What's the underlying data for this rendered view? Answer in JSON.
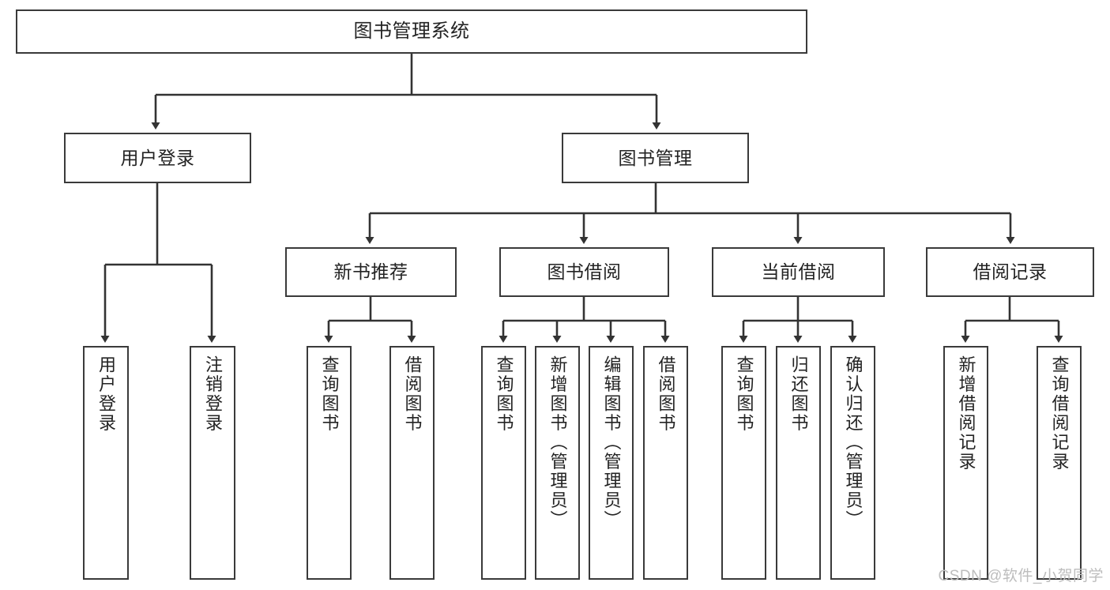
{
  "diagram": {
    "title": "图书管理系统",
    "type": "tree-hierarchy-diagram",
    "colors": {
      "box_border": "#3a3a3a",
      "box_fill": "#ffffff",
      "edge": "#333333",
      "text": "#232323",
      "watermark": "#bdbdbd"
    },
    "root": {
      "label": "图书管理系统"
    },
    "level2": [
      {
        "label": "用户登录"
      },
      {
        "label": "图书管理"
      }
    ],
    "level3": [
      {
        "label": "新书推荐"
      },
      {
        "label": "图书借阅"
      },
      {
        "label": "当前借阅"
      },
      {
        "label": "借阅记录"
      }
    ],
    "leaves": {
      "user_login": [
        {
          "label": "用户登录"
        },
        {
          "label": "注销登录"
        }
      ],
      "new_book": [
        {
          "label": "查询图书"
        },
        {
          "label": "借阅图书"
        }
      ],
      "book_borrow": [
        {
          "label": "查询图书"
        },
        {
          "label": "新增图书（管理员）"
        },
        {
          "label": "编辑图书（管理员）"
        },
        {
          "label": "借阅图书"
        }
      ],
      "current_borrow": [
        {
          "label": "查询图书"
        },
        {
          "label": "归还图书"
        },
        {
          "label": "确认归还（管理员）"
        }
      ],
      "borrow_record": [
        {
          "label": "新增借阅记录"
        },
        {
          "label": "查询借阅记录"
        }
      ]
    }
  },
  "watermark": {
    "text": "CSDN @软件_小贺同学"
  }
}
